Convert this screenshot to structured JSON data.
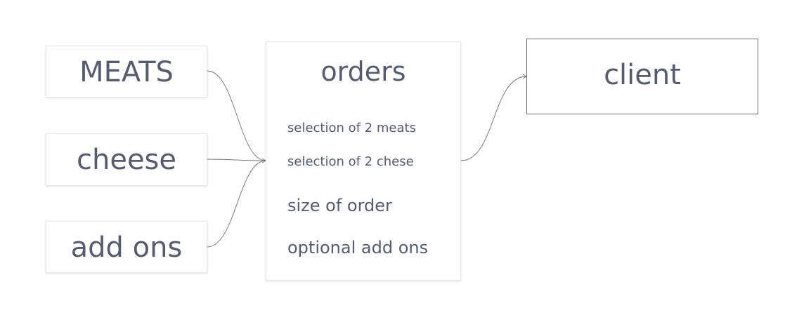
{
  "nodes": {
    "meats": {
      "label": "MEATS"
    },
    "cheese": {
      "label": "cheese"
    },
    "add_ons": {
      "label": "add ons"
    },
    "orders": {
      "title": "orders",
      "items": [
        "selection of 2 meats",
        "selection of 2 chese",
        "size of order",
        "optional add ons"
      ]
    },
    "client": {
      "label": "client"
    }
  },
  "edges": [
    {
      "from": "MEATS",
      "to": "orders"
    },
    {
      "from": "cheese",
      "to": "orders"
    },
    {
      "from": "add ons",
      "to": "orders"
    },
    {
      "from": "orders",
      "to": "client"
    }
  ]
}
